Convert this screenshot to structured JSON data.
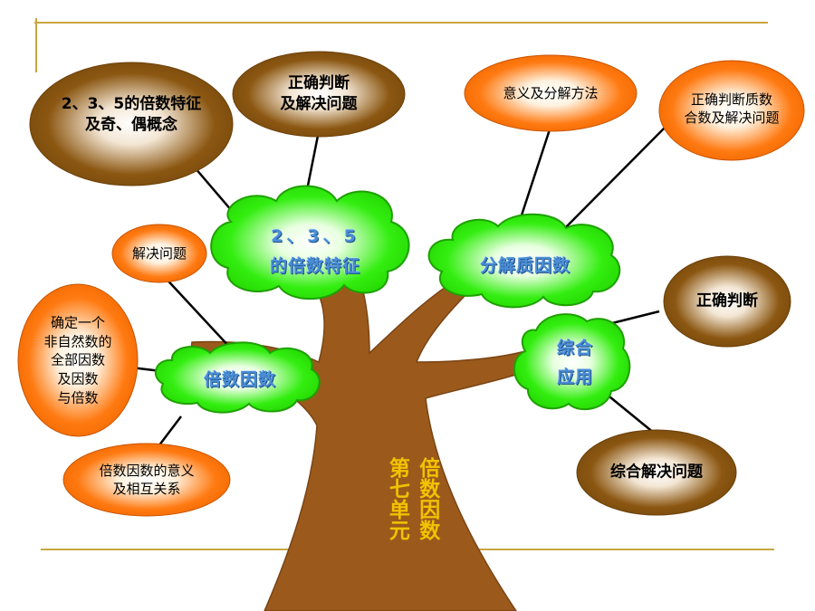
{
  "topic": {
    "title_col_right": "倍数因数",
    "title_col_left": "第七单元"
  },
  "branches": {
    "features": {
      "label_line1": "2、3、5",
      "label_line2": "的倍数特征"
    },
    "prime": {
      "label": "分解质因数"
    },
    "factors": {
      "label": "倍数因数"
    },
    "application": {
      "label_line1": "综合",
      "label_line2": "应用"
    }
  },
  "bubbles": {
    "features_concept": {
      "line1": "2、3、5的倍数特征",
      "line2": "及奇、偶概念"
    },
    "features_judge": {
      "line1": "正确判断",
      "line2": "及解决问题"
    },
    "prime_method": {
      "line1": "意义及分解方法"
    },
    "prime_judge": {
      "line1": "正确判断质数",
      "line2": "合数及解决问题"
    },
    "factors_solve": {
      "line1": "解决问题"
    },
    "factors_find": {
      "line1": "确定一个",
      "line2": "非自然数的",
      "line3": "全部因数",
      "line4": "及因数",
      "line5": "与倍数"
    },
    "factors_meaning": {
      "line1": "倍数因数的意义",
      "line2": "及相互关系"
    },
    "app_judge": {
      "line1": "正确判断"
    },
    "app_solve": {
      "line1": "综合解决问题"
    }
  },
  "colors": {
    "gold_line": "#c9a640",
    "trunk": "#9b5a1c",
    "leaf": "#33ee10",
    "bubble_orange": "#ff7a12",
    "bubble_brown": "#8b5712",
    "label_blue": "#4a8ed6",
    "trunk_text": "#f2c200"
  }
}
